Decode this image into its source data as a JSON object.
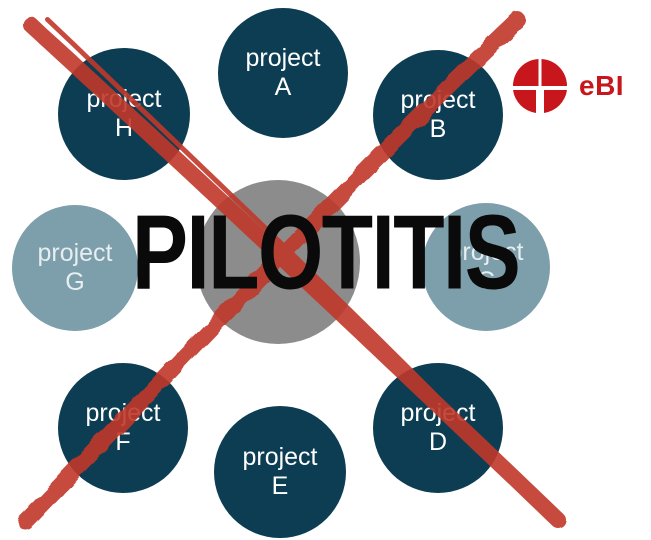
{
  "projects": [
    {
      "word": "project",
      "letter": "A"
    },
    {
      "word": "project",
      "letter": "B"
    },
    {
      "word": "project",
      "letter": "C"
    },
    {
      "word": "project",
      "letter": "D"
    },
    {
      "word": "project",
      "letter": "E"
    },
    {
      "word": "project",
      "letter": "F"
    },
    {
      "word": "project",
      "letter": "G"
    },
    {
      "word": "project",
      "letter": "H"
    }
  ],
  "stamp": "PILOTITIS",
  "logo": {
    "text": "eBI"
  },
  "colors": {
    "dark_node": "#0d3d52",
    "light_node": "#7d9eab",
    "center_node": "#8c8c8c",
    "cross": "#c0392b",
    "logo": "#c8161d",
    "stamp": "#0a0a0a"
  }
}
